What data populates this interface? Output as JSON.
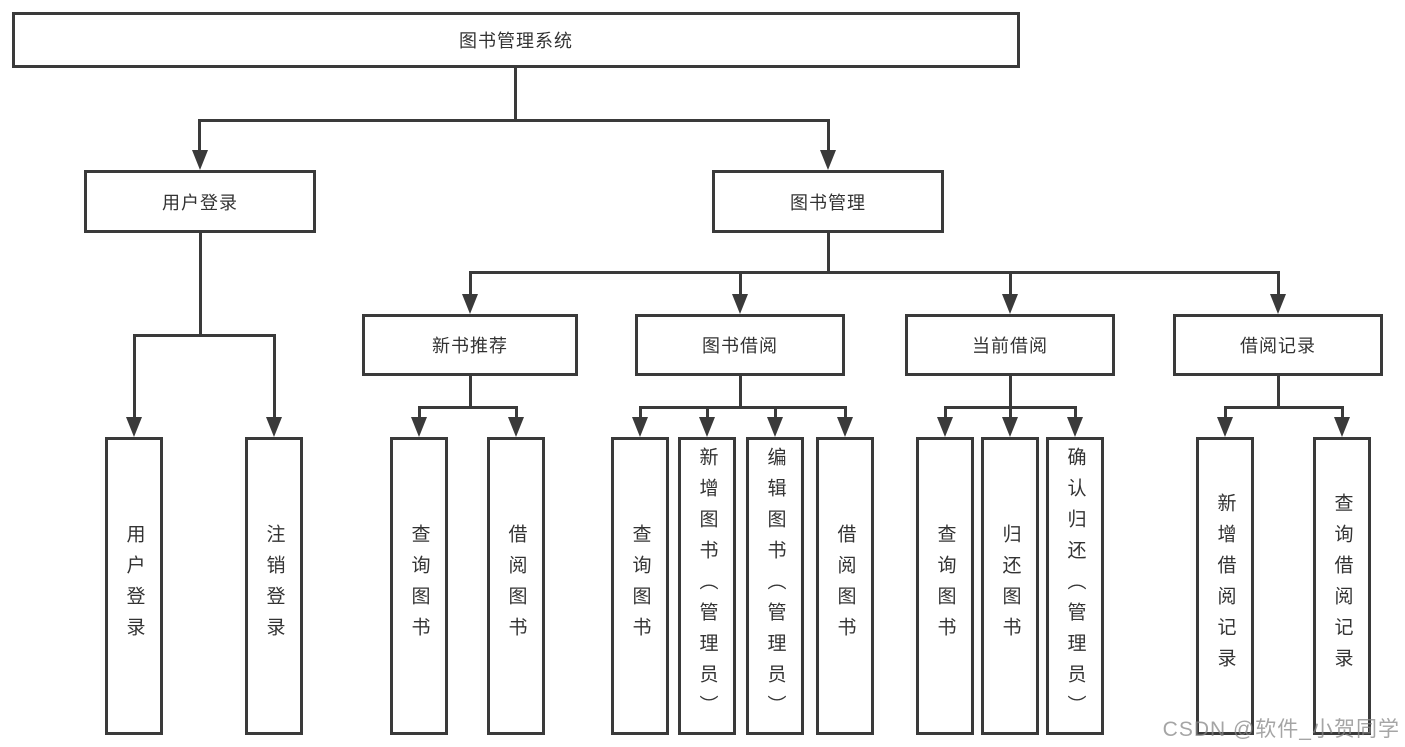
{
  "diagram": {
    "root": {
      "label": "图书管理系统"
    },
    "level2": {
      "user_login": {
        "label": "用户登录"
      },
      "book_mgmt": {
        "label": "图书管理"
      }
    },
    "level3": {
      "new_books": {
        "label": "新书推荐"
      },
      "book_borrow": {
        "label": "图书借阅"
      },
      "current_borrow": {
        "label": "当前借阅"
      },
      "borrow_records": {
        "label": "借阅记录"
      }
    },
    "leaves": {
      "user_login": {
        "label": "用户登录"
      },
      "logout": {
        "label": "注销登录"
      },
      "nb_query_books": {
        "label": "查询图书"
      },
      "nb_borrow_books": {
        "label": "借阅图书"
      },
      "bb_query_books": {
        "label": "查询图书"
      },
      "bb_add_books": {
        "label": "新增图书（管理员）"
      },
      "bb_edit_books": {
        "label": "编辑图书（管理员）"
      },
      "bb_borrow_books": {
        "label": "借阅图书"
      },
      "cb_query_books": {
        "label": "查询图书"
      },
      "cb_return_books": {
        "label": "归还图书"
      },
      "cb_confirm_return": {
        "label": "确认归还（管理员）"
      },
      "br_add_record": {
        "label": "新增借阅记录"
      },
      "br_query_record": {
        "label": "查询借阅记录"
      }
    }
  },
  "watermark": {
    "text": "CSDN @软件_小贺同学"
  },
  "colors": {
    "line": "#3a3a3a",
    "text": "#333333",
    "background": "#ffffff",
    "watermark": "#878787"
  }
}
